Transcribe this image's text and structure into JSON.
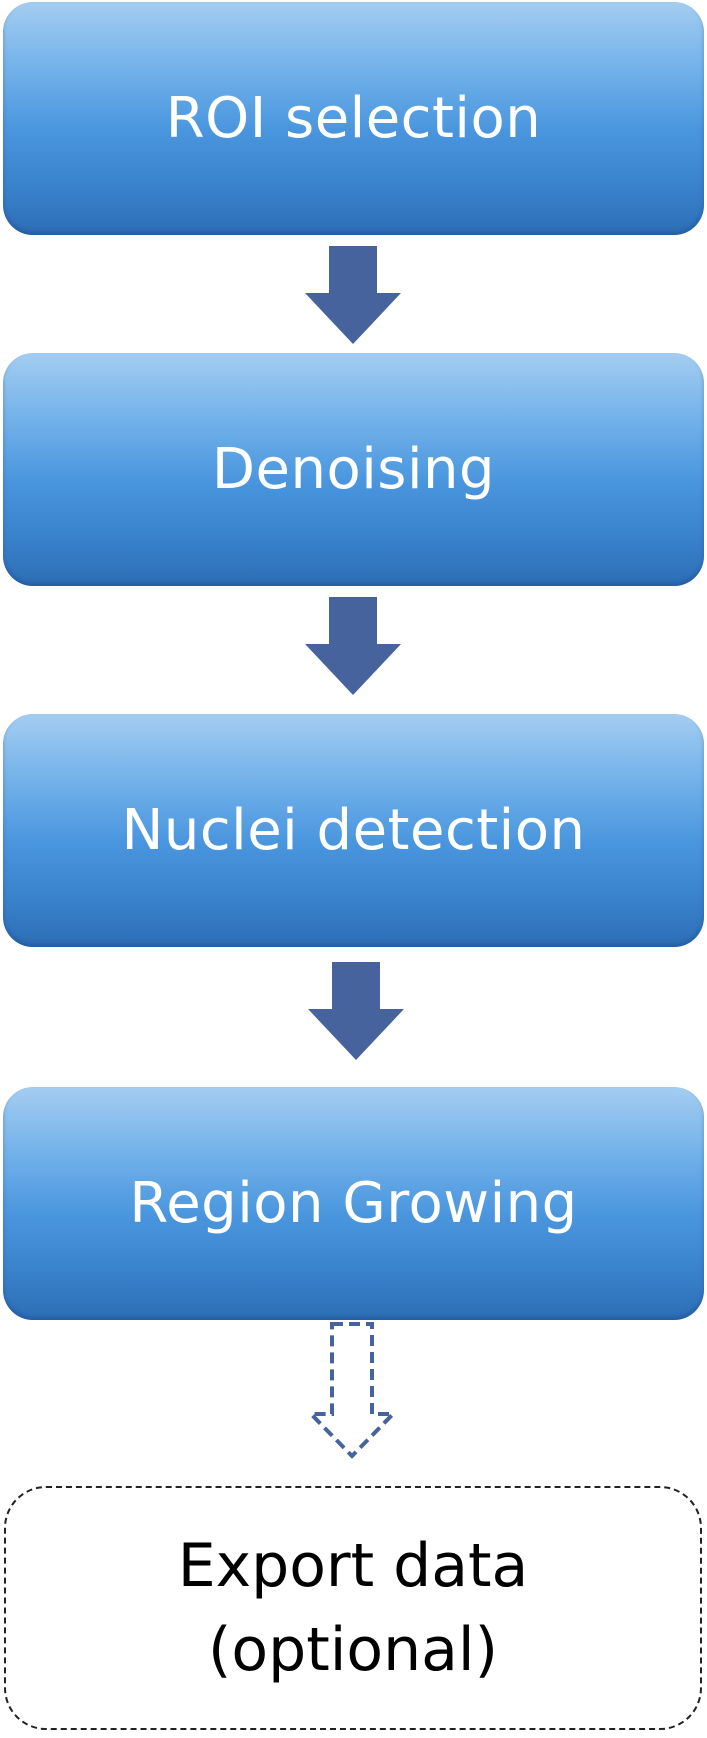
{
  "colors": {
    "step_gradient_top": "#a4cdf1",
    "step_gradient_bottom": "#2c6eb6",
    "arrow_fill": "#46639e",
    "final_border": "#222222"
  },
  "steps": [
    {
      "label": "ROI selection"
    },
    {
      "label": "Denoising"
    },
    {
      "label": "Nuclei detection"
    },
    {
      "label": "Region Growing"
    }
  ],
  "final_step": {
    "line1": "Export data",
    "line2": "(optional)"
  }
}
